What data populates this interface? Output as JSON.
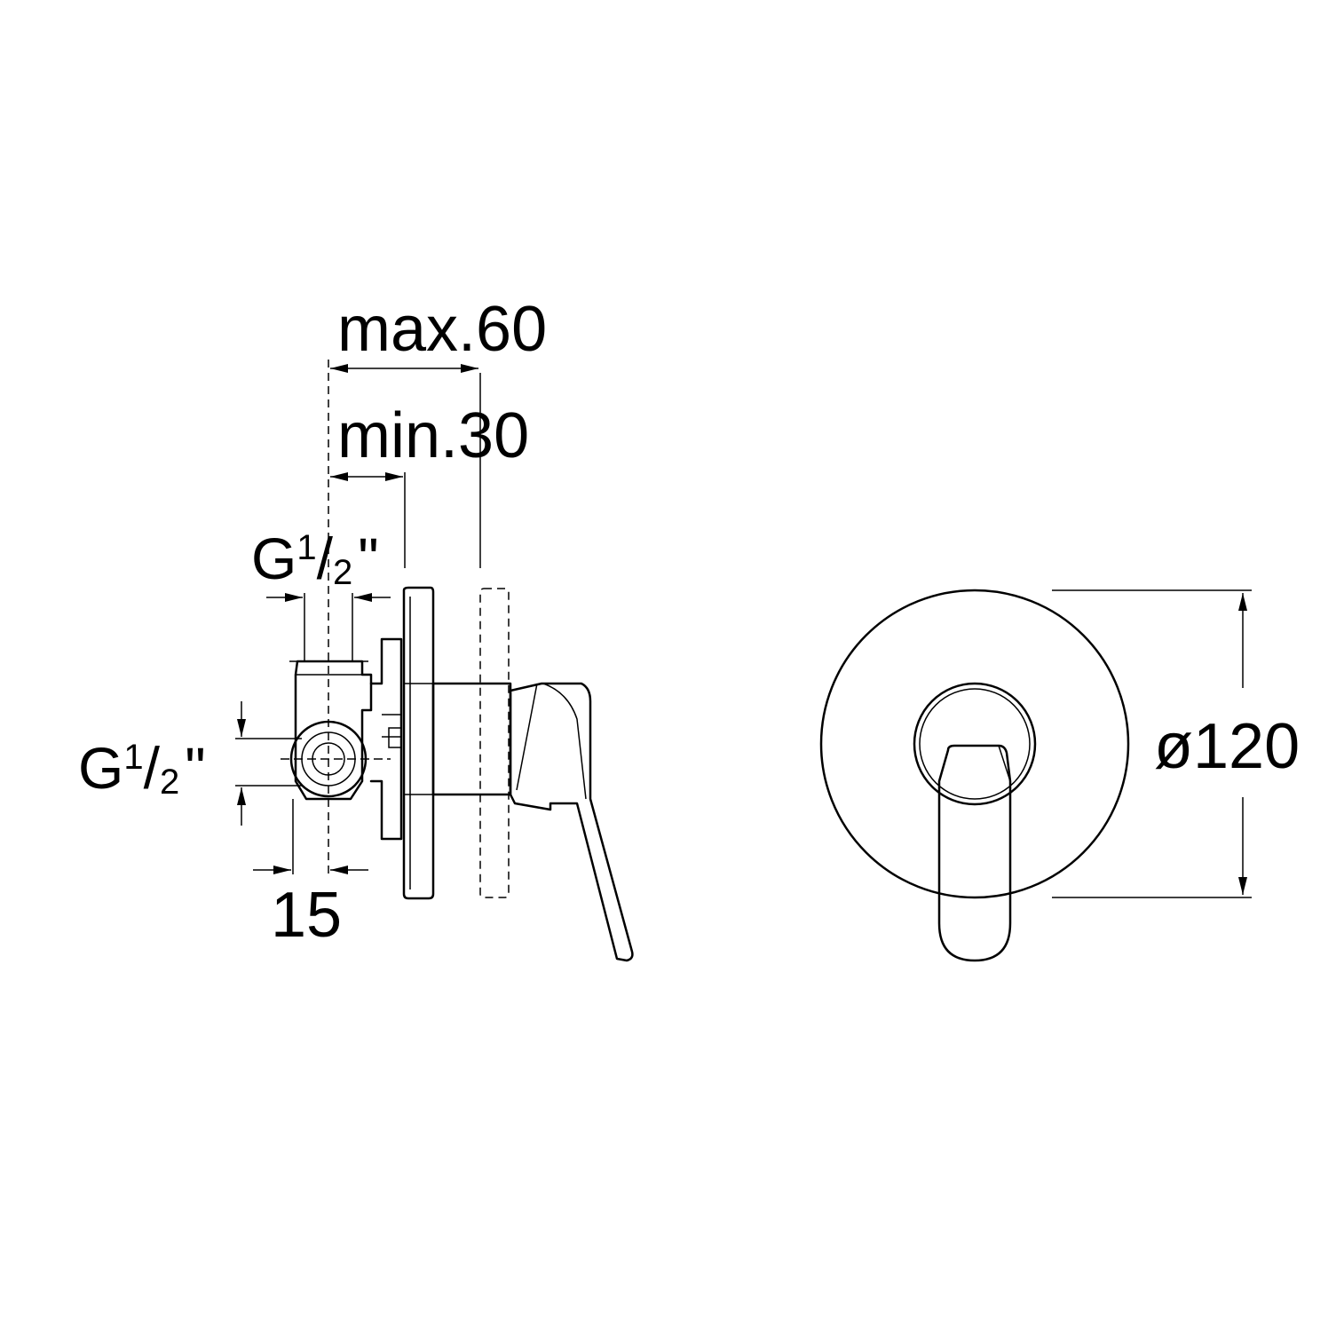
{
  "side_view": {
    "max_label": "max.60",
    "min_label": "min.30",
    "thread_top": {
      "prefix": "G",
      "num": "1",
      "slash": "/",
      "den": "2",
      "suffix": "\""
    },
    "thread_left": {
      "prefix": "G",
      "num": "1",
      "slash": "/",
      "den": "2",
      "suffix": "\""
    },
    "offset_label": "15"
  },
  "front_view": {
    "diameter_label": "ø120"
  }
}
